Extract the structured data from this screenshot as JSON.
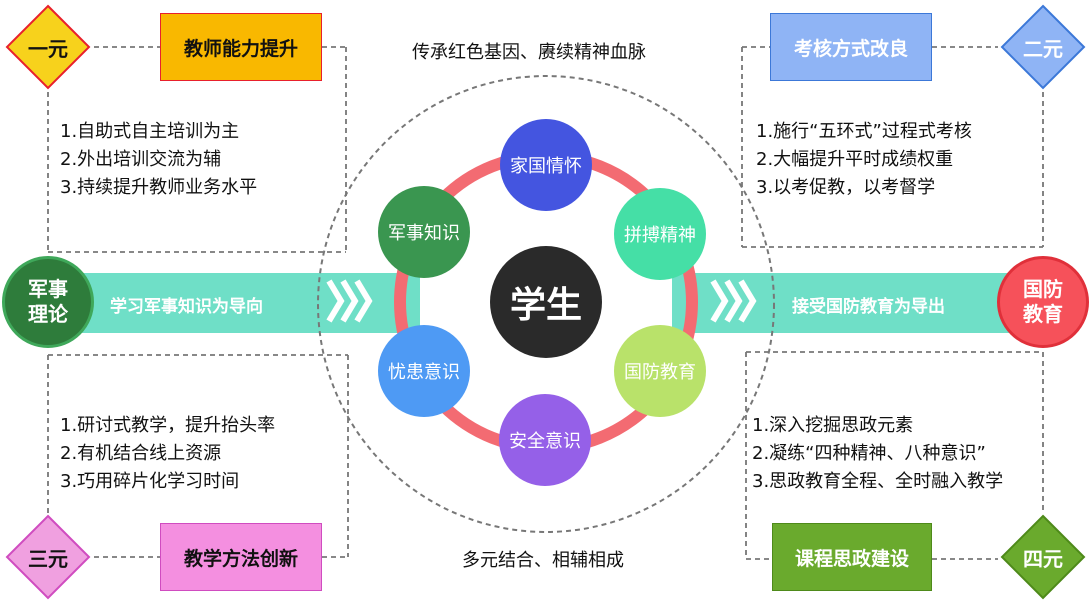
{
  "top_caption": "传承红色基因、赓续精神血脉",
  "bottom_caption": "多元结合、相辅相成",
  "center": {
    "label": "学生"
  },
  "ring_nodes": [
    {
      "label": "家国情怀",
      "color": "#4455e0"
    },
    {
      "label": "拼搏精神",
      "color": "#45dfa6"
    },
    {
      "label": "国防教育",
      "color": "#b9e26a"
    },
    {
      "label": "安全意识",
      "color": "#9560e8"
    },
    {
      "label": "忧患意识",
      "color": "#4e9af4"
    },
    {
      "label": "军事知识",
      "color": "#3a9650"
    }
  ],
  "left_end": {
    "line1": "军事",
    "line2": "理论",
    "color": "#2e7c3b"
  },
  "right_end": {
    "line1": "国防",
    "line2": "教育",
    "color": "#f6515a"
  },
  "left_band": {
    "text": "学习军事知识为导向",
    "color": "#6fdfc7"
  },
  "right_band": {
    "text": "接受国防教育为导出",
    "color": "#6fdfc7"
  },
  "arrows": "❯❯❯",
  "quadrants": {
    "one": {
      "tag": "一元",
      "tag_color": "#f7d21c",
      "tag_border": "#e8202c",
      "title": "教师能力提升",
      "title_bg": "#f9b800",
      "title_border": "#e8202c",
      "items": [
        "1.自助式自主培训为主",
        "2.外出培训交流为辅",
        "3.持续提升教师业务水平"
      ]
    },
    "two": {
      "tag": "二元",
      "tag_color": "#8fb4f5",
      "tag_border": "#3c78d8",
      "title": "考核方式改良",
      "title_bg": "#8fb4f5",
      "title_border": "#3c78d8",
      "items": [
        "1.施行“五环式”过程式考核",
        "2.大幅提升平时成绩权重",
        "3.以考促教，以考督学"
      ]
    },
    "three": {
      "tag": "三元",
      "tag_color": "#f0a0e0",
      "tag_border": "#d04cc0",
      "title": "教学方法创新",
      "title_bg": "#f48fe0",
      "title_border": "#d04cc0",
      "items": [
        "1.研讨式教学，提升抬头率",
        "2.有机结合线上资源",
        "3.巧用碎片化学习时间"
      ]
    },
    "four": {
      "tag": "四元",
      "tag_color": "#6aaa2d",
      "tag_border": "#4e8a1a",
      "title": "课程思政建设",
      "title_bg": "#6aaa2d",
      "title_border": "#4e8a1a",
      "items": [
        "1.深入挖掘思政元素",
        "2.凝练“四种精神、八种意识”",
        "3.思政教育全程、全时融入教学"
      ]
    }
  }
}
